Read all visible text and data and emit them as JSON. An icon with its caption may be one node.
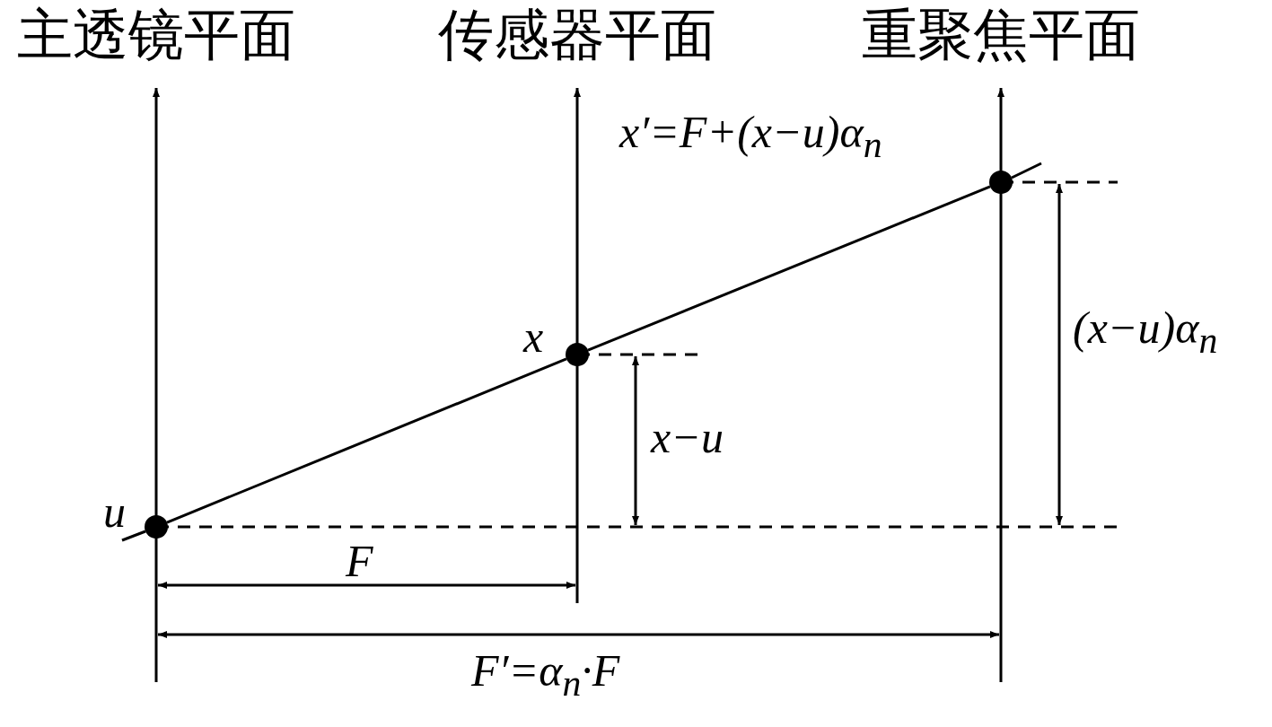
{
  "diagram": {
    "nodes": [
      {
        "text": [],
        "shape": "circle",
        "beside": [
          "u"
        ]
      },
      {
        "text": [],
        "shape": "circle",
        "beside": [
          "x"
        ]
      },
      {
        "text": [],
        "shape": "circle",
        "beside": [
          "x′=F+(x−u)α$_{n}$"
        ]
      }
    ],
    "edges": [
      {
        "from": 0,
        "to": 1,
        "arrow": "none"
      },
      {
        "from": 1,
        "to": 2,
        "arrow": "none"
      }
    ],
    "labels": [
      "主透镜平面",
      "传感器平面",
      "重聚焦平面",
      "x−u",
      "(x−u)α$_{n}$",
      "F",
      "F′=α$_{n}$·F"
    ]
  }
}
